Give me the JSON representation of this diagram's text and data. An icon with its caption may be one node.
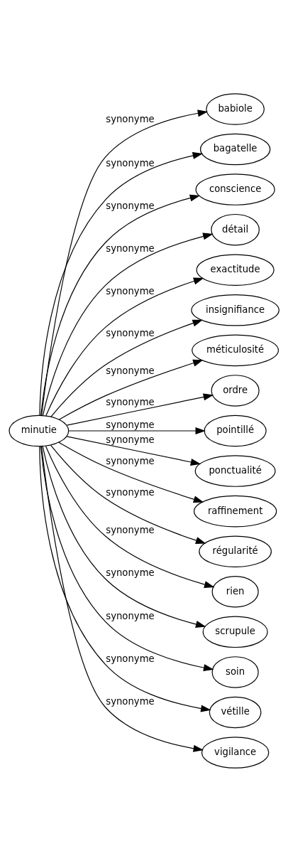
{
  "diagram": {
    "nodes": [
      {
        "text": [
          "minutie"
        ]
      },
      {
        "text": [
          "babiole"
        ]
      },
      {
        "text": [
          "bagatelle"
        ]
      },
      {
        "text": [
          "conscience"
        ]
      },
      {
        "text": [
          "détail"
        ]
      },
      {
        "text": [
          "exactitude"
        ]
      },
      {
        "text": [
          "insignifiance"
        ]
      },
      {
        "text": [
          "méticulosité"
        ]
      },
      {
        "text": [
          "ordre"
        ]
      },
      {
        "text": [
          "pointillé"
        ]
      },
      {
        "text": [
          "ponctualité"
        ]
      },
      {
        "text": [
          "raffinement"
        ]
      },
      {
        "text": [
          "régularité"
        ]
      },
      {
        "text": [
          "rien"
        ]
      },
      {
        "text": [
          "scrupule"
        ]
      },
      {
        "text": [
          "soin"
        ]
      },
      {
        "text": [
          "vétille"
        ]
      },
      {
        "text": [
          "vigilance"
        ]
      }
    ],
    "edges": [
      {
        "from": 0,
        "to": 1,
        "arrow": "to",
        "label": "synonyme"
      },
      {
        "from": 0,
        "to": 2,
        "arrow": "to",
        "label": "synonyme"
      },
      {
        "from": 0,
        "to": 3,
        "arrow": "to",
        "label": "synonyme"
      },
      {
        "from": 0,
        "to": 4,
        "arrow": "to",
        "label": "synonyme"
      },
      {
        "from": 0,
        "to": 5,
        "arrow": "to",
        "label": "synonyme"
      },
      {
        "from": 0,
        "to": 6,
        "arrow": "to",
        "label": "synonyme"
      },
      {
        "from": 0,
        "to": 7,
        "arrow": "to",
        "label": "synonyme"
      },
      {
        "from": 0,
        "to": 8,
        "arrow": "to",
        "label": "synonyme"
      },
      {
        "from": 0,
        "to": 9,
        "arrow": "to",
        "label": "synonyme"
      },
      {
        "from": 0,
        "to": 10,
        "arrow": "to",
        "label": "synonyme"
      },
      {
        "from": 0,
        "to": 11,
        "arrow": "to",
        "label": "synonyme"
      },
      {
        "from": 0,
        "to": 12,
        "arrow": "to",
        "label": "synonyme"
      },
      {
        "from": 0,
        "to": 13,
        "arrow": "to",
        "label": "synonyme"
      },
      {
        "from": 0,
        "to": 14,
        "arrow": "to",
        "label": "synonyme"
      },
      {
        "from": 0,
        "to": 15,
        "arrow": "to",
        "label": "synonyme"
      },
      {
        "from": 0,
        "to": 16,
        "arrow": "to",
        "label": "synonyme"
      },
      {
        "from": 0,
        "to": 17,
        "arrow": "to",
        "label": "synonyme"
      }
    ]
  }
}
